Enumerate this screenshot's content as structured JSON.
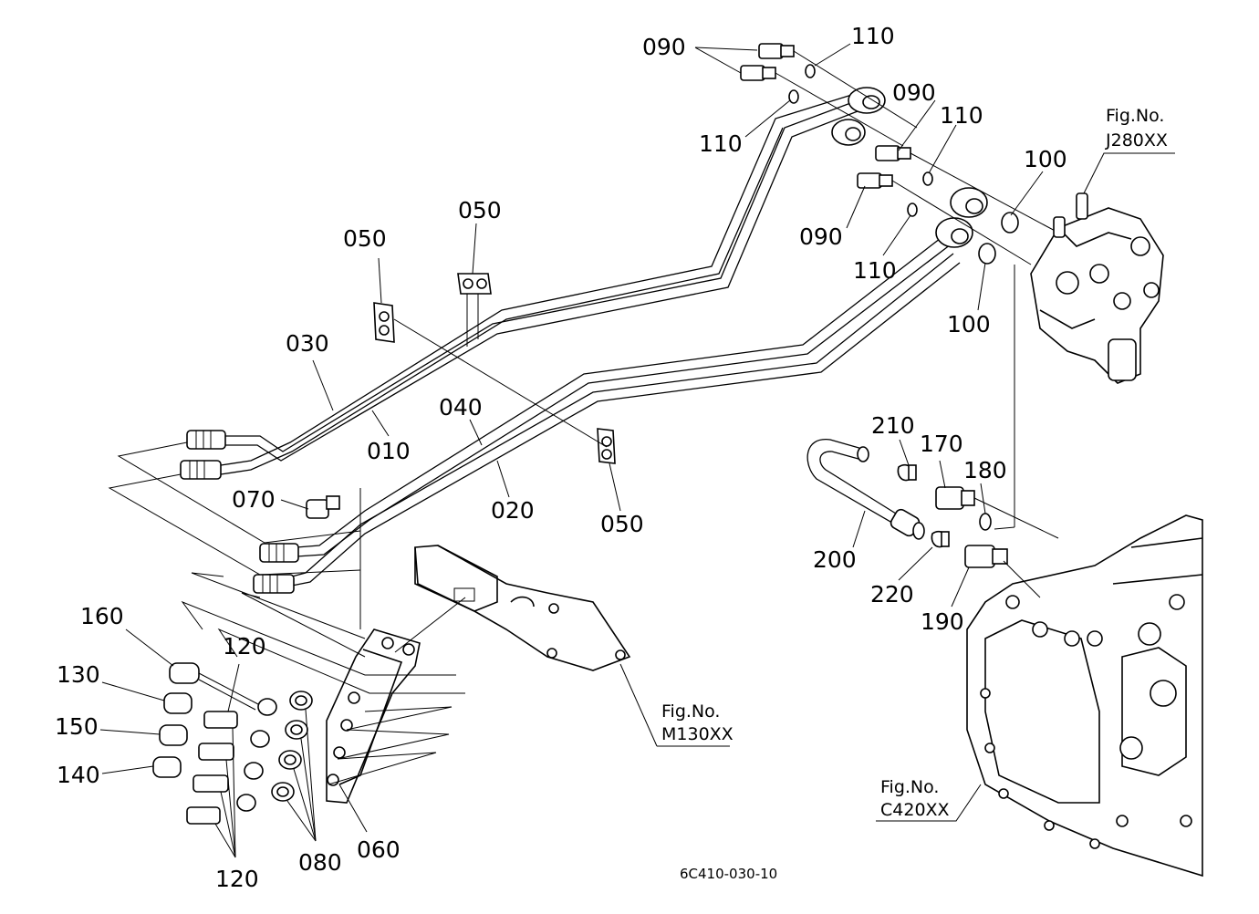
{
  "parts": {
    "p010": "010",
    "p020": "020",
    "p030": "030",
    "p040": "040",
    "p050a": "050",
    "p050b": "050",
    "p050c": "050",
    "p060": "060",
    "p070": "070",
    "p080": "080",
    "p090a": "090",
    "p090b": "090",
    "p090c": "090",
    "p100a": "100",
    "p100b": "100",
    "p110a": "110",
    "p110b": "110",
    "p110c": "110",
    "p110d": "110",
    "p120a": "120",
    "p120b": "120",
    "p130": "130",
    "p140": "140",
    "p150": "150",
    "p160": "160",
    "p170": "170",
    "p180": "180",
    "p190": "190",
    "p200": "200",
    "p210": "210",
    "p220": "220"
  },
  "figure_refs": {
    "j280": {
      "title": "Fig.No.",
      "code": "J280XX"
    },
    "m130": {
      "title": "Fig.No.",
      "code": "M130XX"
    },
    "c420": {
      "title": "Fig.No.",
      "code": "C420XX"
    }
  },
  "drawing_code": "6C410-030-10"
}
